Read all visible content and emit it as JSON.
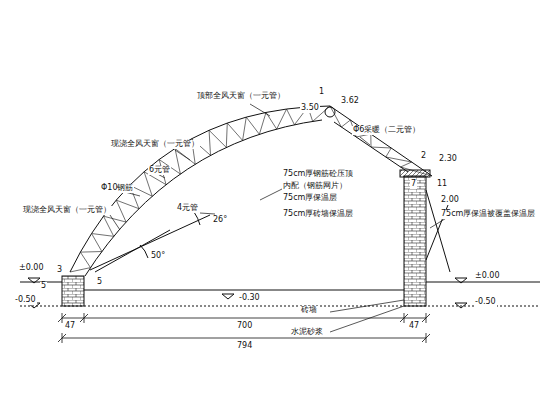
{
  "diagram": {
    "labels": [
      "顶部全风天窗（一元管）",
      "现浇全风天窗（一元管）",
      "6元管",
      "Φ10钢筋",
      "4元管",
      "现浇全风天窗（一元管）",
      "26°",
      "50°",
      "1",
      "3.50",
      "3.62",
      "Φ6采暖（二元管）",
      "2",
      "2.30",
      "7",
      "11",
      "2.00",
      "75cm厚钢筋砼压顶",
      "内配（钢筋网片）",
      "75cm厚保温层",
      "75cm厚砖墙保温层",
      "75cm厚保温被覆盖保温层",
      "±0.00",
      "-0.50",
      "±0.00",
      "3",
      "5",
      "5",
      "-0.50",
      "-0.30",
      "砖墙",
      "水泥砂浆",
      "47",
      "700",
      "47",
      "794"
    ]
  }
}
